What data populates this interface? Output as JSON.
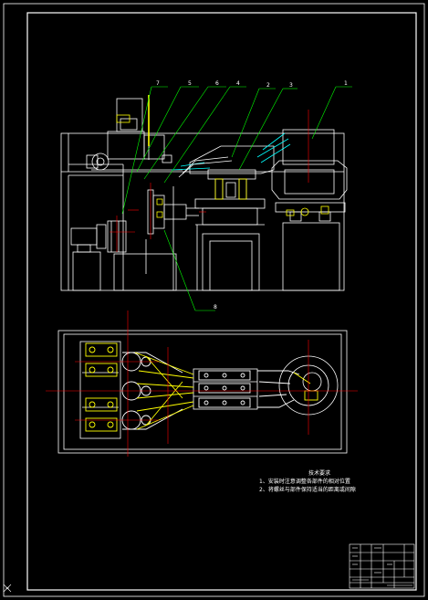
{
  "colors": {
    "background": "#000000",
    "linework": "#ffffff",
    "leaders": "#00ff00",
    "centerlines": "#ff0000",
    "parts": "#ffff00",
    "hidden": "#00ffff"
  },
  "balloons": [
    "7",
    "5",
    "6",
    "4",
    "2",
    "3",
    "1",
    "8"
  ],
  "technical_notes": {
    "title": "技术要求",
    "items": [
      "1、安装时注意调整各部件的相对位置",
      "2、将螺丝与部件保持适当的距离或间隙"
    ]
  }
}
